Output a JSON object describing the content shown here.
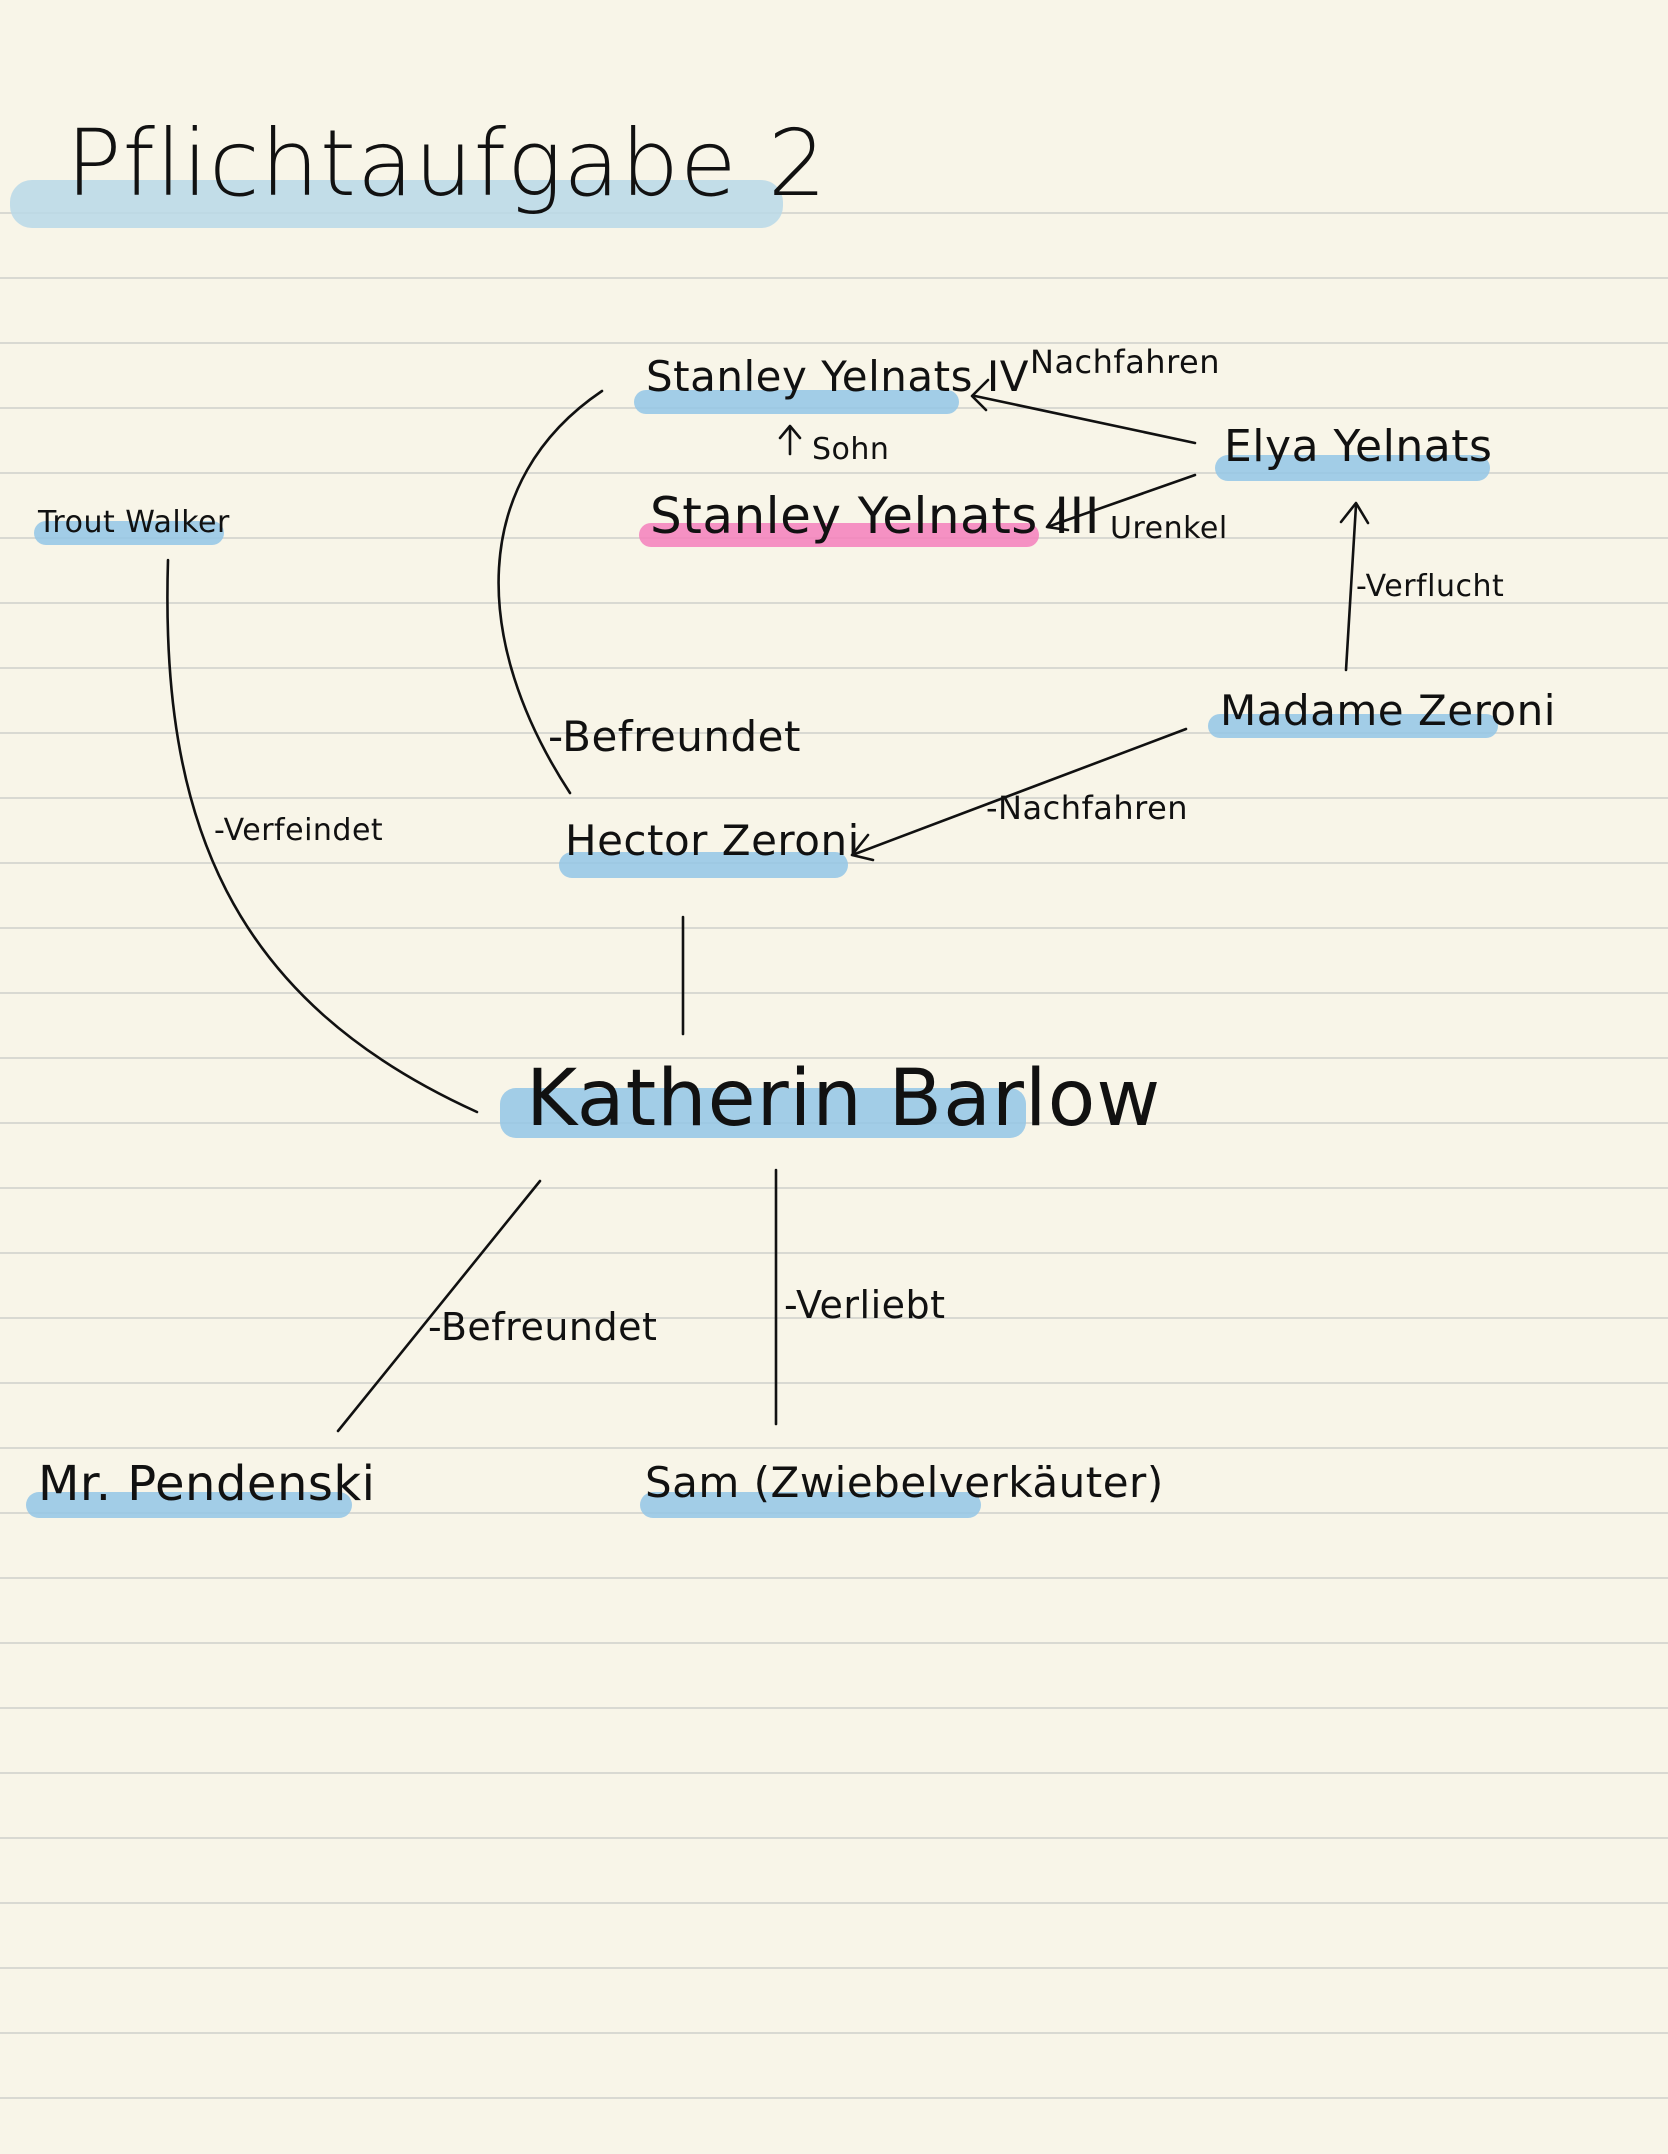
{
  "page": {
    "title": "Pflichtaufgabe 2"
  },
  "colors": {
    "paper": "#f8f5e8",
    "rule_line": "#d9d9d2",
    "highlight_blue": "#93c5e6",
    "highlight_pink": "#f57fbc",
    "ink": "#111111"
  },
  "nodes": {
    "stanley_iv": "Stanley Yelnats IV",
    "stanley_iii": "Stanley Yelnats III",
    "elya": "Elya Yelnats",
    "trout": "Trout Walker",
    "madame": "Madame Zeroni",
    "hector": "Hector Zeroni",
    "katherin": "Katherin Barlow",
    "pendenski": "Mr. Pendenski",
    "sam": "Sam (Zwiebelverkäuter)"
  },
  "edges": {
    "elya_to_stanley_iv": "Nachfahren",
    "stanley_iii_to_iv": "Sohn",
    "elya_to_stanley_iii": "Urenkel",
    "madame_to_elya": "-Verflucht",
    "stanley_iv_hector": "-Befreundet",
    "madame_to_hector": "-Nachfahren",
    "trout_katherin": "-Verfeindet",
    "katherin_pendenski": "-Befreundet",
    "katherin_sam": "-Verliebt"
  }
}
